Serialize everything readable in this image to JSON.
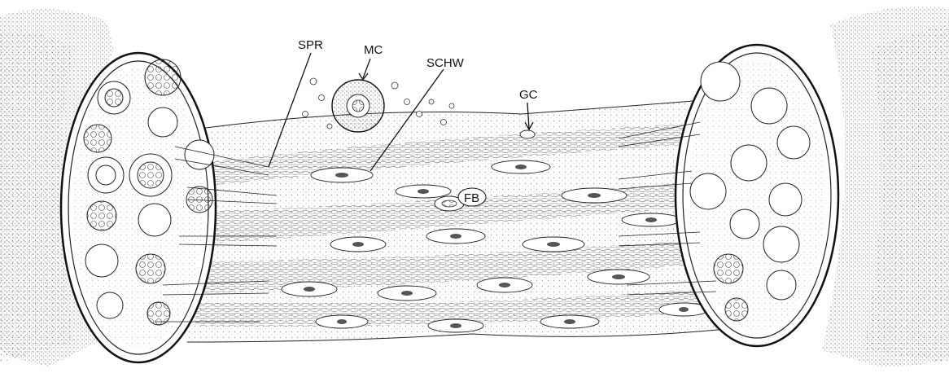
{
  "figure": {
    "labels": {
      "spr": "SPR",
      "mc": "MC",
      "schw": "SCHW",
      "gc": "GC",
      "fb": "FB"
    },
    "colors": {
      "ink": "#1a1a1a",
      "paper": "#ffffff",
      "stipple": "#6b6b6b"
    }
  }
}
